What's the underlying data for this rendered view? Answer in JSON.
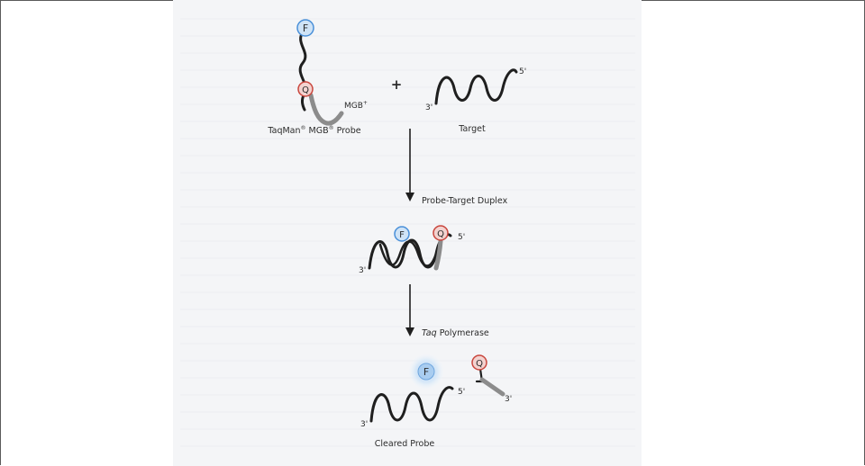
{
  "probe": {
    "fluorophore": "F",
    "quencher": "Q",
    "mgb": "MGB",
    "mgb_sup": "+",
    "name_a": "TaqMan",
    "name_sup1": "®",
    "name_b": " MGB",
    "name_sup2": "®",
    "name_c": " Probe"
  },
  "plus": "+",
  "target": {
    "five_prime": "5'",
    "three_prime": "3'",
    "label": "Target"
  },
  "step1": {
    "label": "Probe-Target Duplex"
  },
  "duplex": {
    "fluorophore": "F",
    "quencher": "Q",
    "five_prime": "5'",
    "three_prime": "3'"
  },
  "step2": {
    "label_italic": "Taq",
    "label_rest": " Polymerase"
  },
  "cleared": {
    "fluorophore": "F",
    "quencher": "Q",
    "five_prime": "5'",
    "three_prime": "3'",
    "fragment_three_prime": "3'",
    "label": "Cleared Probe"
  },
  "colors": {
    "fluorophore": "#4a90d9",
    "fluorophore_fill": "#cfe3f6",
    "quencher": "#c9463d",
    "quencher_fill": "#f3d2cf",
    "strand": "#1f1f1f",
    "probe_tail": "#8c8c8c"
  }
}
